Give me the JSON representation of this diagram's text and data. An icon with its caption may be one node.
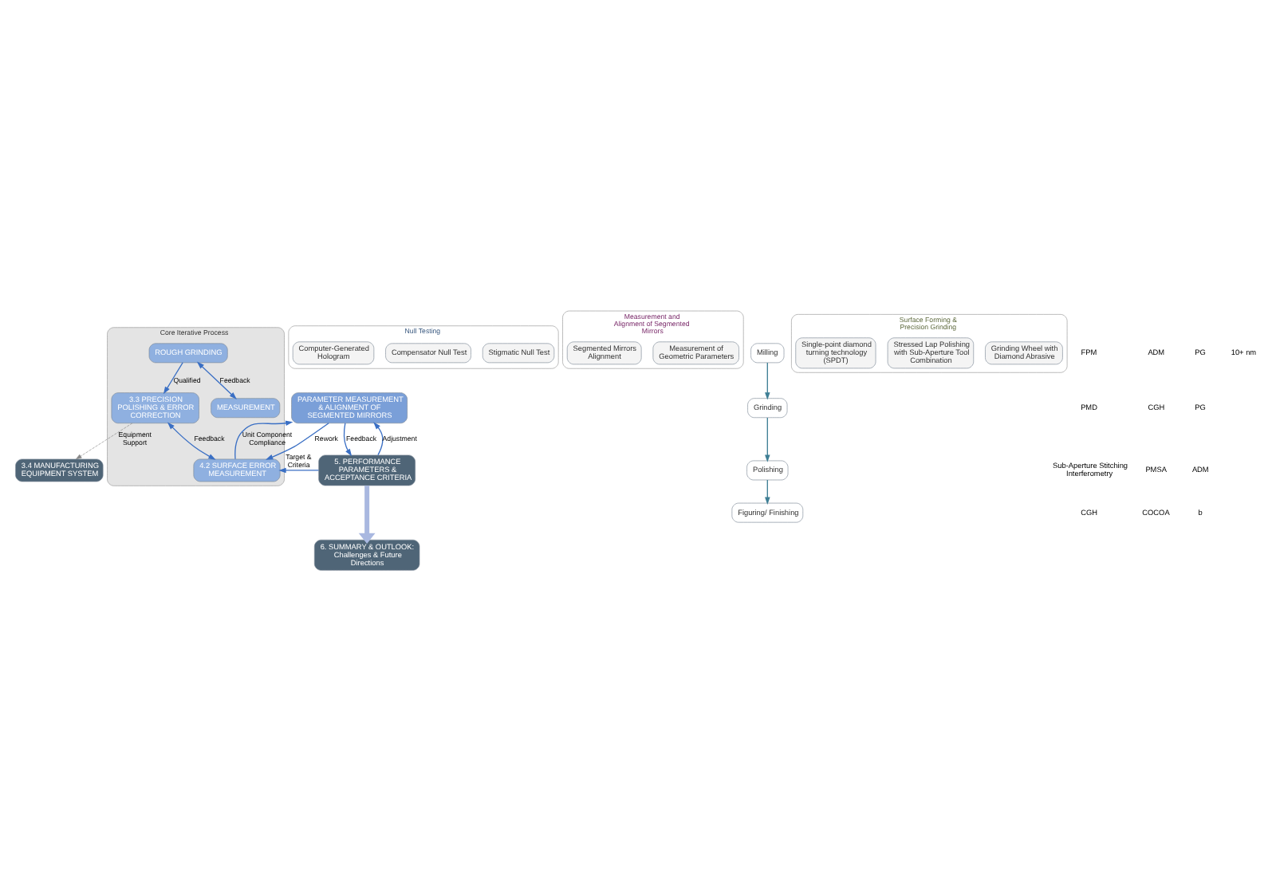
{
  "diagram": {
    "nodes": [
      {
        "text": [
          "Core Iterative Process"
        ]
      },
      {
        "text": [
          "ROUGH GRINDING"
        ],
        "in": 0
      },
      {
        "text": [
          "3.3 PRECISION POLISHING & ERROR CORRECTION"
        ],
        "in": 0
      },
      {
        "text": [
          "MEASUREMENT"
        ],
        "in": 0
      },
      {
        "text": [
          "4.2 SURFACE ERROR MEASUREMENT"
        ],
        "in": 0
      },
      {
        "text": [
          "PARAMETER MEASUREMENT & ALIGNMENT OF SEGMENTED MIRRORS"
        ]
      },
      {
        "text": [
          "3.4 MANUFACTURING EQUIPMENT SYSTEM"
        ]
      },
      {
        "text": [
          "5. PERFORMANCE PARAMETERS & ACCEPTANCE CRITERIA"
        ]
      },
      {
        "text": [
          "6. SUMMARY & OUTLOOK: Challenges & Future Directions"
        ]
      },
      {
        "text": [
          "Null Testing"
        ]
      },
      {
        "text": [
          "Stigmatic Null Test"
        ],
        "in": 9
      },
      {
        "text": [
          "Compensator Null Test"
        ],
        "in": 9
      },
      {
        "text": [
          "Computer-Generated Hologram"
        ],
        "in": 9
      },
      {
        "text": [
          "Measurement and Alignment of Segmented Mirrors"
        ]
      },
      {
        "text": [
          "Measurement of Geometric Parameters"
        ],
        "in": 13
      },
      {
        "text": [
          "Segmented Mirrors Alignment"
        ],
        "in": 13
      },
      {
        "text": [
          "Milling"
        ]
      },
      {
        "text": [
          "Grinding"
        ]
      },
      {
        "text": [
          "Polishing"
        ]
      },
      {
        "text": [
          "Figuring/ Finishing"
        ]
      },
      {
        "text": [
          "Surface Forming & Precision Grinding"
        ]
      },
      {
        "text": [
          "Grinding Wheel with Diamond Abrasive"
        ],
        "in": 20
      },
      {
        "text": [
          "Stressed Lap Polishing with Sub-Aperture Tool Combination"
        ],
        "in": 20
      },
      {
        "text": [
          "Single-point diamond turning technology (SPDT)"
        ],
        "in": 20
      }
    ],
    "edges": [
      {
        "from": 1,
        "to": 2,
        "arrow": "to",
        "label": "Qualified"
      },
      {
        "from": 1,
        "to": 3,
        "arrow": "both",
        "label": "Feedback"
      },
      {
        "from": 2,
        "to": 4,
        "arrow": "both",
        "label": "Feedback"
      },
      {
        "from": 4,
        "to": 5,
        "arrow": "to",
        "label": "Unit Component Compliance"
      },
      {
        "from": 5,
        "to": 4,
        "arrow": "to",
        "label": "Rework"
      },
      {
        "from": 2,
        "to": 6,
        "arrow": "to",
        "label": "Equipment Support",
        "style": "dashed",
        "color": "#888888"
      },
      {
        "from": 7,
        "to": 4,
        "arrow": "to",
        "label": "Target & Criteria"
      },
      {
        "from": 7,
        "to": 5,
        "arrow": "to",
        "label": "Adjustment"
      },
      {
        "from": 5,
        "to": 7,
        "arrow": "to",
        "label": "Feedback"
      },
      {
        "from": 7,
        "to": 8,
        "arrow": "to",
        "style": "thick",
        "color": "#a9b8e0"
      },
      {
        "from": 16,
        "to": 17,
        "arrow": "to",
        "color": "#3f7f95"
      },
      {
        "from": 17,
        "to": 18,
        "arrow": "to",
        "color": "#3f7f95"
      },
      {
        "from": 18,
        "to": 19,
        "arrow": "to",
        "color": "#3f7f95"
      }
    ],
    "labels": [
      "FPM",
      "PMD",
      "Sub-Aperture Stitching Interferometry",
      "CGH",
      "ADM",
      "CGH",
      "PMSA",
      "COCOA",
      "PG",
      "PG",
      "ADM",
      "b",
      "10+ nm"
    ]
  }
}
